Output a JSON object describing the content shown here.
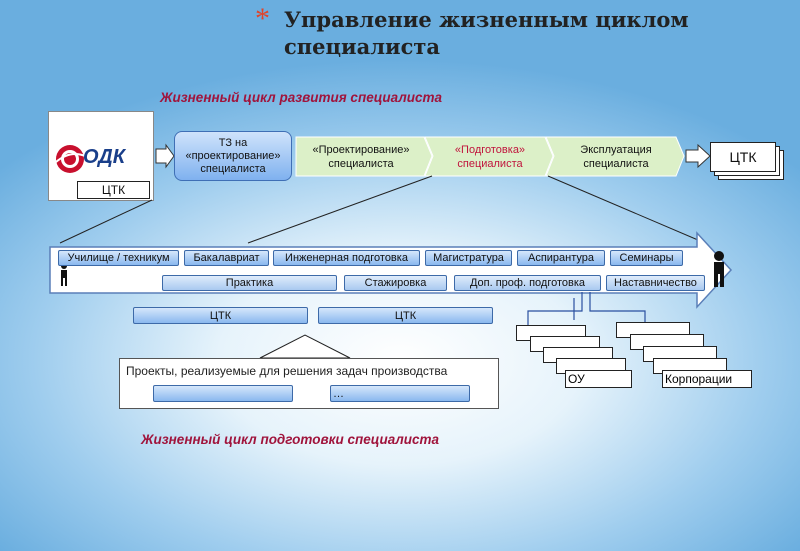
{
  "title": "Управление жизненным циклом специалиста",
  "caption_top": "Жизненный цикл развития специалиста",
  "caption_bottom": "Жизненный цикл подготовки специалиста",
  "logo": {
    "brand": "ОДК",
    "sub": "ЦТК"
  },
  "top_flow": {
    "tz": "ТЗ на «проектирование» специалиста",
    "stages": [
      "«Проектирование» специалиста",
      "«Подготовка» специалиста",
      "Эксплуатация специалиста"
    ],
    "target": "ЦТК"
  },
  "education_row": [
    "Училище / техникум",
    "Бакалавриат",
    "Инженерная подготовка",
    "Магистратура",
    "Аспирантура",
    "Семинары"
  ],
  "practice_row": [
    "Практика",
    "Стажировка",
    "Доп. проф. подготовка",
    "Наставничество"
  ],
  "ctk_row": [
    "ЦТК",
    "ЦТК"
  ],
  "projects": {
    "label": "Проекты, реализуемые для решения задач производства",
    "item2": "…"
  },
  "stacks": {
    "left": "ОУ",
    "right": "Корпорации"
  },
  "colors": {
    "accent_red": "#a0143c",
    "green_box": "#dcf0c8",
    "blue_box": "#8ab8ef",
    "pink_text": "#c0143c"
  }
}
